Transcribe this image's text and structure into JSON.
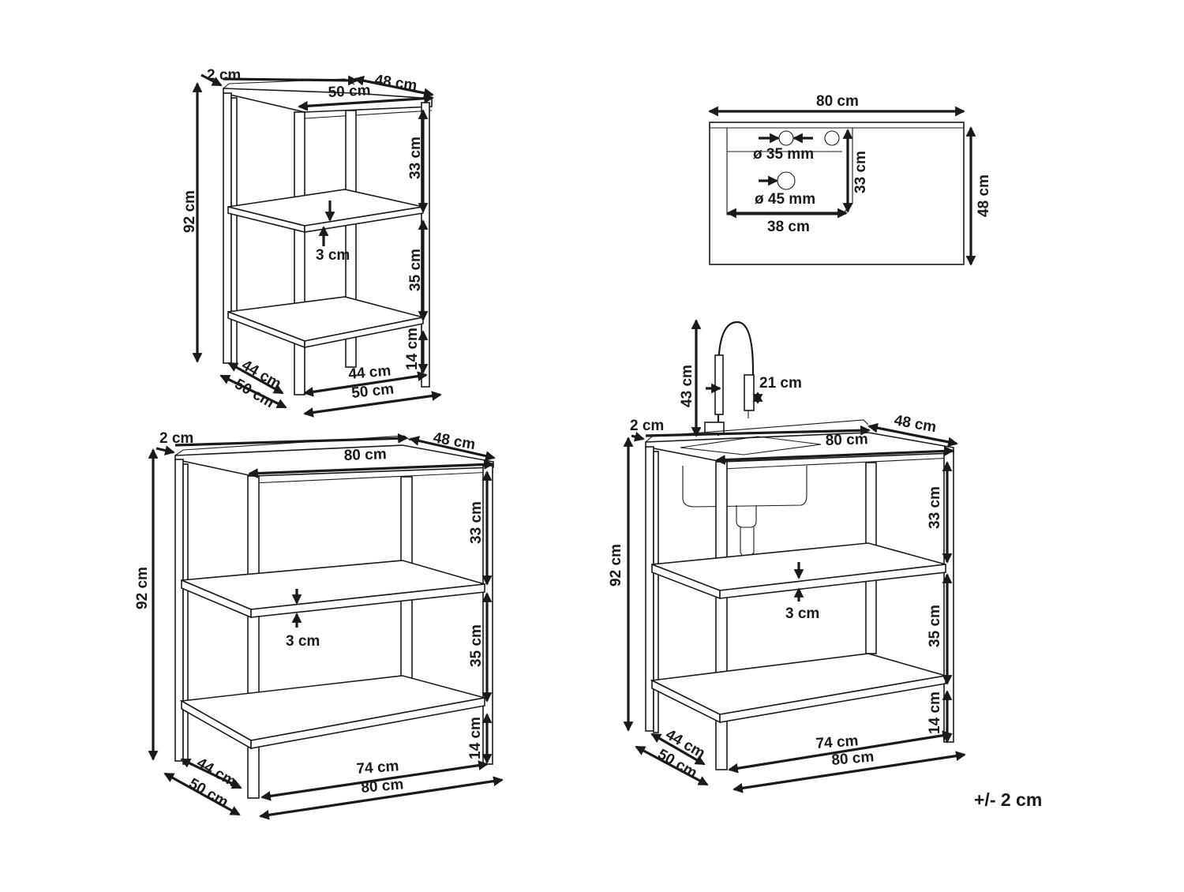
{
  "tolerance": "+/- 2 cm",
  "shelf_small": {
    "top_edge": "2 cm",
    "depth_top": "48 cm",
    "width_top": "50 cm",
    "height_total": "92 cm",
    "gap_upper": "33 cm",
    "gap_lower": "35 cm",
    "foot_height": "14 cm",
    "shelf_lip": "3 cm",
    "inner_depth": "44 cm",
    "outer_depth": "50 cm",
    "inner_width": "44 cm",
    "outer_width": "50 cm"
  },
  "shelf_large": {
    "top_edge": "2 cm",
    "depth_top": "48 cm",
    "width_top": "80 cm",
    "height_total": "92 cm",
    "gap_upper": "33 cm",
    "gap_lower": "35 cm",
    "foot_height": "14 cm",
    "shelf_lip": "3 cm",
    "inner_depth": "44 cm",
    "outer_depth": "50 cm",
    "inner_width": "74 cm",
    "outer_width": "80 cm"
  },
  "sink_top_view": {
    "width": "80 cm",
    "depth": "48 cm",
    "basin_depth": "33 cm",
    "basin_width": "38 cm",
    "hole_small": "ø 35 mm",
    "hole_large": "ø 45 mm"
  },
  "sink_unit": {
    "faucet_height": "43 cm",
    "faucet_spout": "21 cm",
    "top_edge": "2 cm",
    "depth_top": "48 cm",
    "width_top": "80 cm",
    "height_total": "92 cm",
    "gap_upper": "33 cm",
    "gap_lower": "35 cm",
    "foot_height": "14 cm",
    "shelf_lip": "3 cm",
    "inner_depth": "44 cm",
    "outer_depth": "50 cm",
    "inner_width": "74 cm",
    "outer_width": "80 cm"
  }
}
